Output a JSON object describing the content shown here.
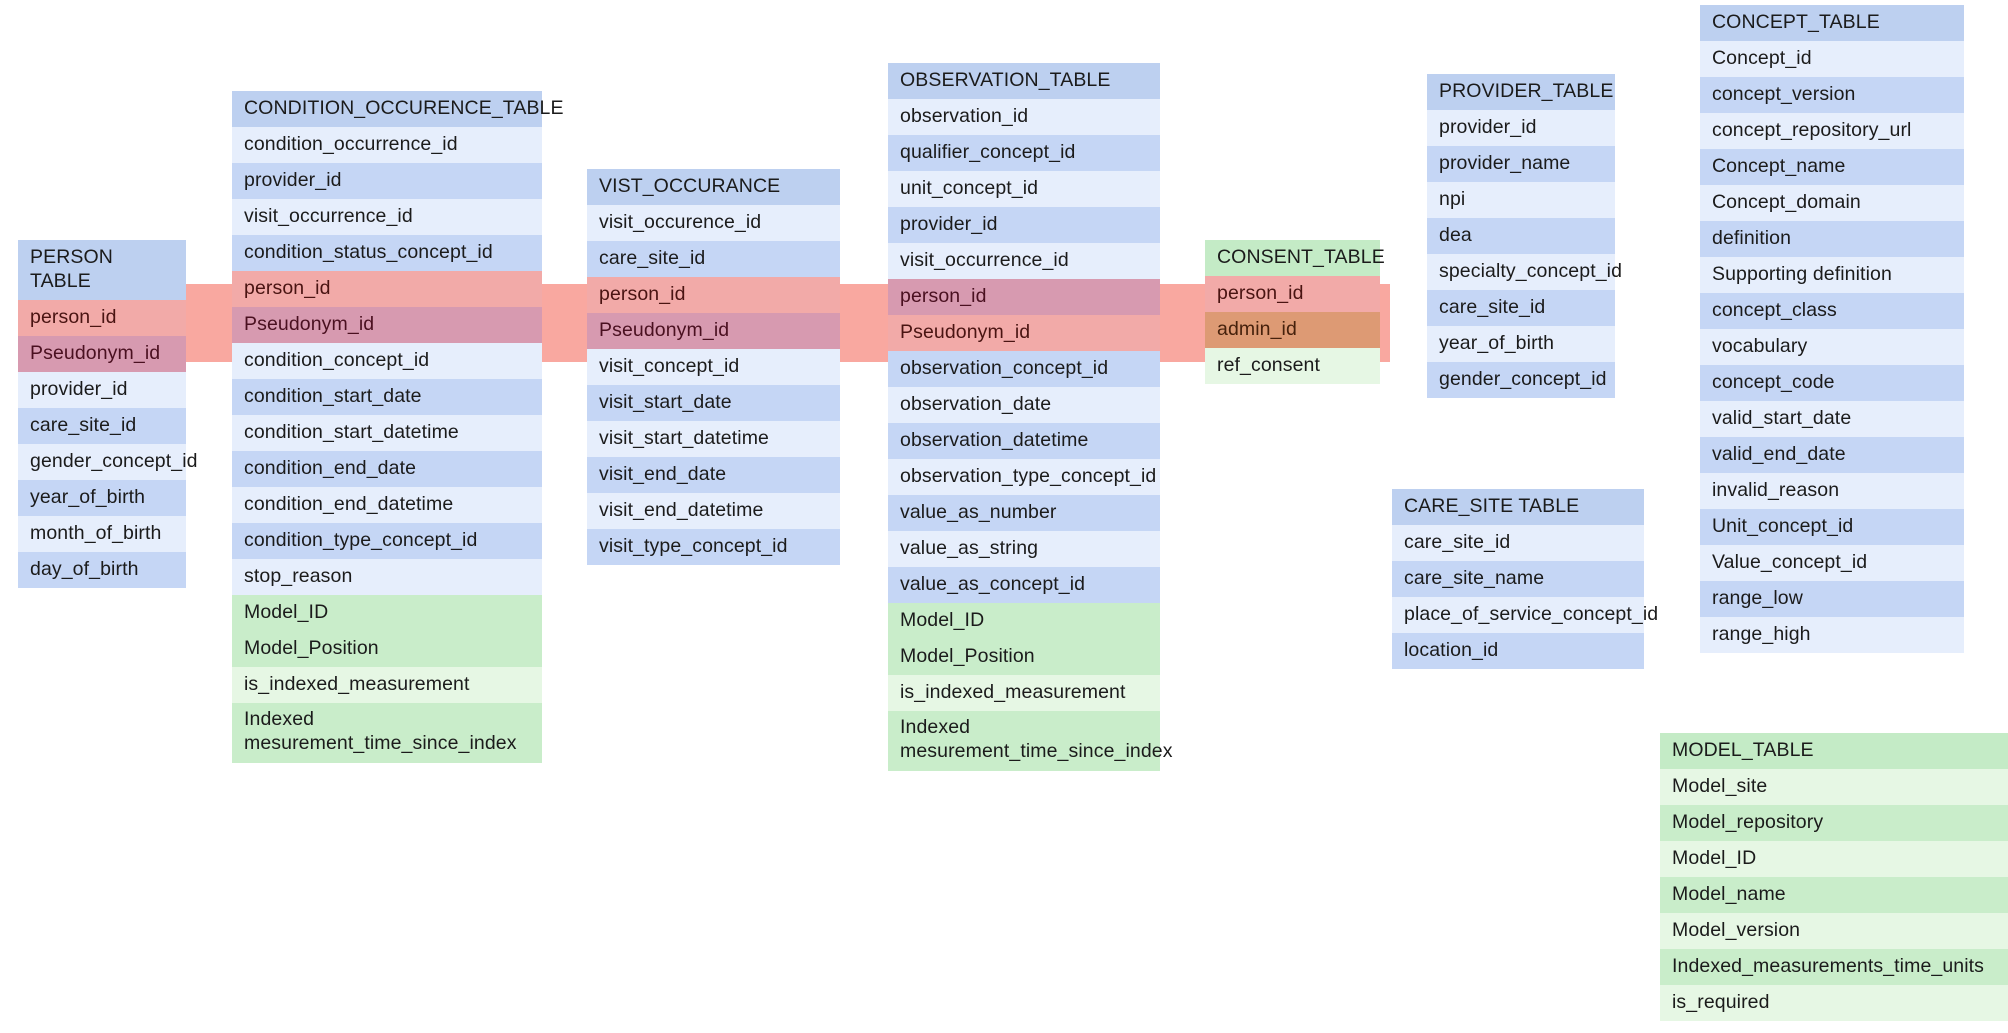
{
  "diagram": {
    "title": "OMOP-style database schema with pseudonymisation and model extension tables",
    "colors": {
      "header_blue": "#bdd0f0",
      "row_blue_light": "#e6eefc",
      "row_blue_dark": "#c5d6f5",
      "header_green": "#c4ebc6",
      "row_green_light": "#e6f7e4",
      "row_green_dark": "#c9edca",
      "key_highlight_light": "#f2aaa8",
      "key_highlight_dark": "#d79ab0",
      "admin_highlight": "#dd9a74",
      "link_band": "#f9a8a0"
    }
  },
  "tables": {
    "person": {
      "title": "PERSON TABLE",
      "fields": [
        "person_id",
        "Pseudonym_id",
        "provider_id",
        "care_site_id",
        "gender_concept_id",
        "year_of_birth",
        "month_of_birth",
        "day_of_birth"
      ]
    },
    "condition_occurrence": {
      "title": "CONDITION_OCCURENCE_TABLE",
      "fields": [
        "condition_occurrence_id",
        "provider_id",
        "visit_occurrence_id",
        "condition_status_concept_id",
        "person_id",
        "Pseudonym_id",
        "condition_concept_id",
        "condition_start_date",
        "condition_start_datetime",
        "condition_end_date",
        "condition_end_datetime",
        "condition_type_concept_id",
        "stop_reason",
        "Model_ID",
        "Model_Position",
        "is_indexed_measurement",
        "Indexed\nmesurement_time_since_index"
      ]
    },
    "visit_occurrence": {
      "title": "VIST_OCCURANCE",
      "fields": [
        "visit_occurence_id",
        "care_site_id",
        "person_id",
        "Pseudonym_id",
        "visit_concept_id",
        "visit_start_date",
        "visit_start_datetime",
        "visit_end_date",
        "visit_end_datetime",
        "visit_type_concept_id"
      ]
    },
    "observation": {
      "title": "OBSERVATION_TABLE",
      "fields": [
        "observation_id",
        "qualifier_concept_id",
        "unit_concept_id",
        "provider_id",
        "visit_occurrence_id",
        "person_id",
        "Pseudonym_id",
        "observation_concept_id",
        "observation_date",
        "observation_datetime",
        "observation_type_concept_id",
        "value_as_number",
        "value_as_string",
        "value_as_concept_id",
        "Model_ID",
        "Model_Position",
        "is_indexed_measurement",
        "Indexed\nmesurement_time_since_index"
      ]
    },
    "consent": {
      "title": "CONSENT_TABLE",
      "fields": [
        "person_id",
        "admin_id",
        "ref_consent"
      ]
    },
    "provider": {
      "title": "PROVIDER_TABLE",
      "fields": [
        "provider_id",
        "provider_name",
        "npi",
        "dea",
        "specialty_concept_id",
        "care_site_id",
        "year_of_birth",
        "gender_concept_id"
      ]
    },
    "care_site": {
      "title": "CARE_SITE TABLE",
      "fields": [
        "care_site_id",
        "care_site_name",
        "place_of_service_concept_id",
        "location_id"
      ]
    },
    "concept": {
      "title": "CONCEPT_TABLE",
      "fields": [
        "Concept_id",
        "concept_version",
        "concept_repository_url",
        "Concept_name",
        "Concept_domain",
        "definition",
        "Supporting definition",
        "concept_class",
        "vocabulary",
        "concept_code",
        "valid_start_date",
        "valid_end_date",
        "invalid_reason",
        "Unit_concept_id",
        "Value_concept_id",
        "range_low",
        "range_high"
      ]
    },
    "model": {
      "title": "MODEL_TABLE",
      "fields": [
        "Model_site",
        "Model_repository",
        "Model_ID",
        "Model_name",
        "Model_version",
        "Indexed_measurements_time_units",
        "is_required"
      ]
    }
  }
}
